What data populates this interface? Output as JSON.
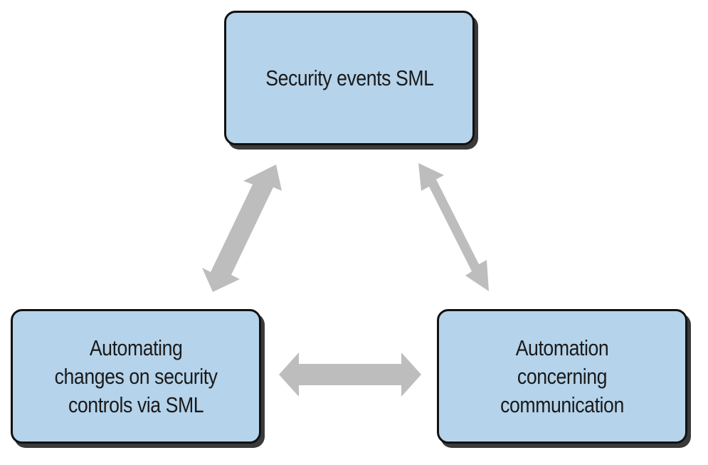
{
  "colors": {
    "node_fill": "#b5d3ea",
    "node_border": "#111111",
    "arrow": "#bdbdbd"
  },
  "nodes": {
    "top": {
      "lines": [
        "Security events SML"
      ]
    },
    "left": {
      "lines": [
        "Automating",
        "changes on security",
        "controls via SML"
      ]
    },
    "right": {
      "lines": [
        "Automation",
        "concerning",
        "communication"
      ]
    }
  },
  "arrows": [
    {
      "from": "top",
      "to": "left",
      "type": "bidirectional"
    },
    {
      "from": "top",
      "to": "right",
      "type": "bidirectional"
    },
    {
      "from": "left",
      "to": "right",
      "type": "bidirectional"
    }
  ]
}
